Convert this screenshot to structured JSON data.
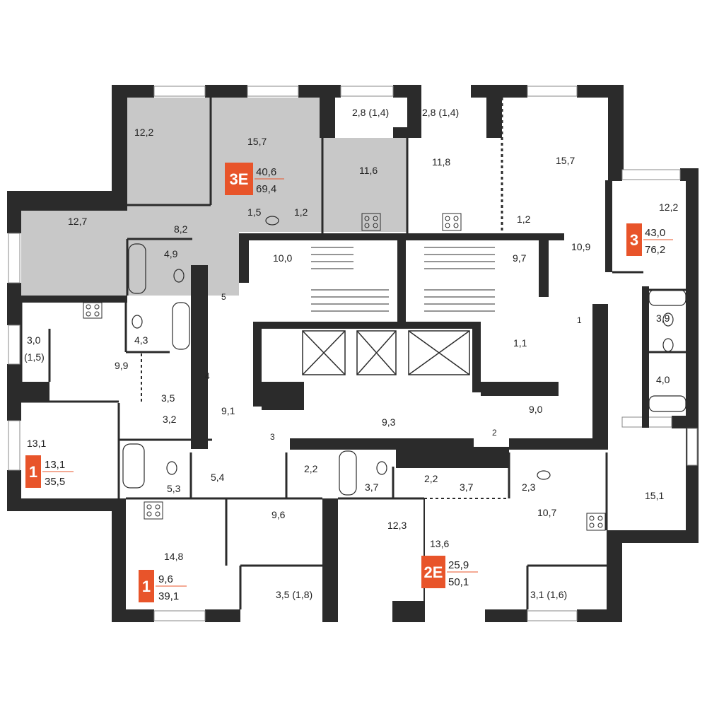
{
  "colors": {
    "wall": "#2b2b2b",
    "highlight": "#c8c8c8",
    "badge": "#e8542a",
    "window": "#ffffff"
  },
  "rooms": {
    "r_12_2_tl": "12,2",
    "r_15_7_tl": "15,7",
    "r_2_8a": "2,8 (1,4)",
    "r_2_8b": "2,8 (1,4)",
    "r_11_6": "11,6",
    "r_11_8": "11,8",
    "r_15_7_tr": "15,7",
    "r_12_7": "12,7",
    "r_1_5": "1,5",
    "r_1_2a": "1,2",
    "r_1_2b": "1,2",
    "r_8_2": "8,2",
    "r_4_9": "4,9",
    "r_10_0": "10,0",
    "r_9_7": "9,7",
    "r_10_9": "10,9",
    "r_12_2_r": "12,2",
    "r_5": "5",
    "r_1": "1",
    "r_3_9": "3,9",
    "r_3_0": "3,0",
    "r_1_5p": "(1,5)",
    "r_9_9": "9,9",
    "r_4_3": "4,3",
    "r_4": "4",
    "r_1_1": "1,1",
    "r_4_0": "4,0",
    "r_3_5": "3,5",
    "r_3_2": "3,2",
    "r_9_1": "9,1",
    "r_9_3": "9,3",
    "r_9_0": "9,0",
    "r_3": "3",
    "r_2": "2",
    "r_13_1": "13,1",
    "r_2_2a": "2,2",
    "r_2_2b": "2,2",
    "r_3_7a": "3,7",
    "r_3_7b": "3,7",
    "r_2_3": "2,3",
    "r_5_3": "5,3",
    "r_5_4": "5,4",
    "r_15_1": "15,1",
    "r_9_6": "9,6",
    "r_12_3": "12,3",
    "r_10_7": "10,7",
    "r_13_6": "13,6",
    "r_14_8": "14,8",
    "r_3_5b": "3,5 (1,8)",
    "r_3_1": "3,1 (1,6)"
  },
  "badges": [
    {
      "type": "3Е",
      "living": "40,6",
      "total": "69,4"
    },
    {
      "type": "3",
      "living": "43,0",
      "total": "76,2"
    },
    {
      "type": "1",
      "living": "13,1",
      "total": "35,5"
    },
    {
      "type": "1",
      "living": "9,6",
      "total": "39,1"
    },
    {
      "type": "2Е",
      "living": "25,9",
      "total": "50,1"
    }
  ]
}
